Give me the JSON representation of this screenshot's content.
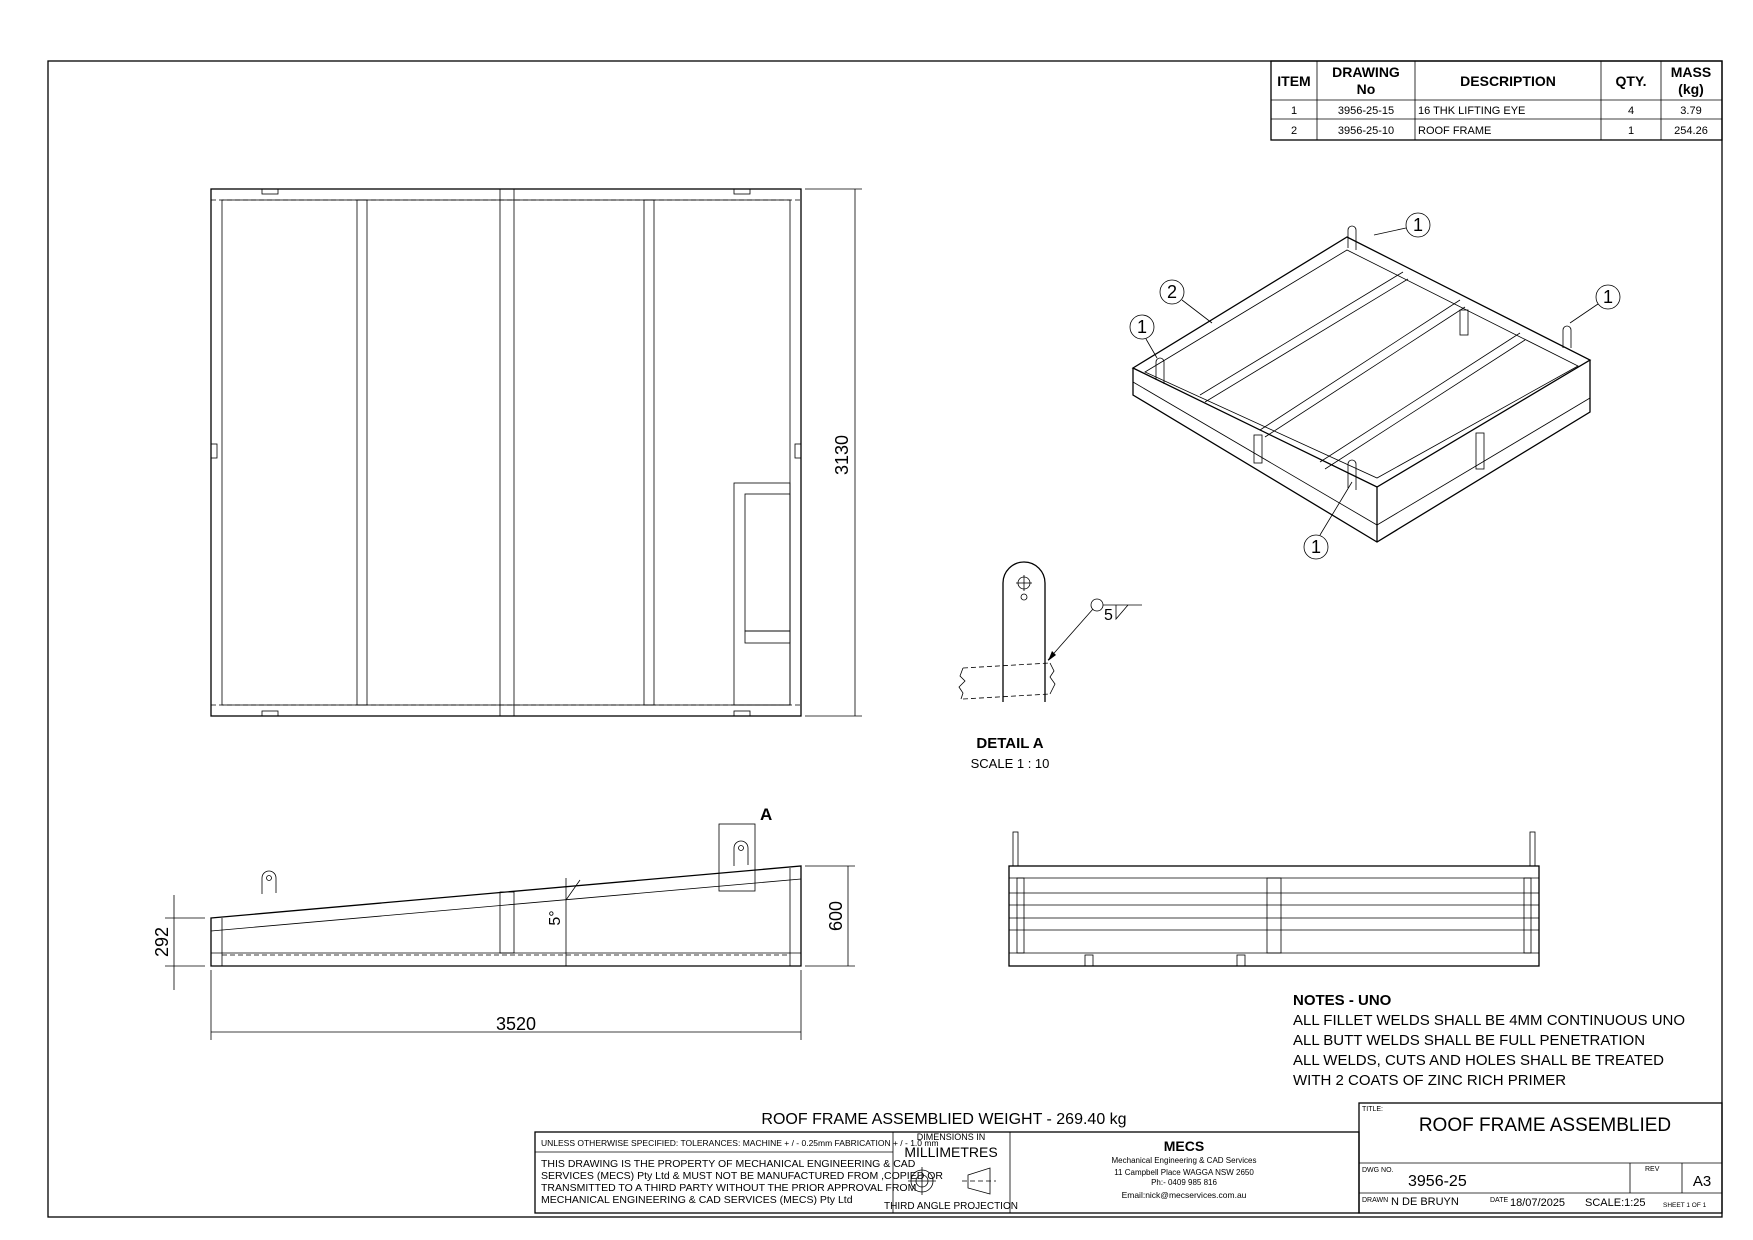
{
  "bom": {
    "headers": {
      "item": "ITEM",
      "drawing_1": "DRAWING",
      "drawing_2": "No",
      "description": "DESCRIPTION",
      "qty": "QTY.",
      "mass_1": "MASS",
      "mass_2": "(kg)"
    },
    "rows": [
      {
        "item": "1",
        "drawing": "3956-25-15",
        "description": "16 THK LIFTING EYE",
        "qty": "4",
        "mass": "3.79"
      },
      {
        "item": "2",
        "drawing": "3956-25-10",
        "description": "ROOF FRAME",
        "qty": "1",
        "mass": "254.26"
      }
    ]
  },
  "dimensions": {
    "height_top_view": "3130",
    "length": "3520",
    "end_height": "292",
    "total_height": "600",
    "slope": "5°"
  },
  "detail": {
    "callout": "A",
    "title": "DETAIL A",
    "scale": "SCALE 1 : 10",
    "weld_size": "5"
  },
  "balloons": {
    "lifting_eye": "1",
    "roof_frame": "2"
  },
  "notes": {
    "title": "NOTES - UNO",
    "lines": [
      "ALL FILLET WELDS SHALL BE 4MM CONTINUOUS UNO",
      "ALL BUTT WELDS SHALL BE FULL PENETRATION",
      "ALL WELDS, CUTS AND HOLES SHALL BE TREATED",
      "WITH 2 COATS OF ZINC RICH PRIMER"
    ]
  },
  "weight_note": "ROOF FRAME ASSEMBLIED WEIGHT -  269.40 kg",
  "title_block": {
    "tolerances": "UNLESS OTHERWISE SPECIFIED: TOLERANCES: MACHINE + / - 0.25mm  FABRICATION + / - 1.0 mm",
    "property_lines": [
      "THIS DRAWING IS THE PROPERTY OF MECHANICAL ENGINEERING & CAD",
      "SERVICES (MECS) Pty Ltd & MUST NOT BE MANUFACTURED FROM ,COPIED OR",
      "TRANSMITTED TO A THIRD PARTY WITHOUT THE PRIOR APPROVAL FROM",
      "MECHANICAL ENGINEERING & CAD SERVICES (MECS) Pty Ltd"
    ],
    "dimensions_in": "DIMENSIONS IN",
    "units": "MILLIMETRES",
    "projection": "THIRD ANGLE PROJECTION",
    "company_logo": "MECS",
    "company_name": "Mechanical Engineering & CAD Services",
    "address": "11 Campbell Place WAGGA NSW 2650",
    "phone": "Ph:- 0409 985 816",
    "email": "Email:nick@mecservices.com.au",
    "title_label": "TITLE:",
    "title": "ROOF FRAME ASSEMBLIED",
    "dwg_label": "DWG NO.",
    "dwg_no": "3956-25",
    "rev_label": "REV",
    "size": "A3",
    "drawn_label": "DRAWN",
    "drawn_by": "N DE BRUYN",
    "date_label": "DATE",
    "date": "18/07/2025",
    "scale": "SCALE:1:25",
    "sheet": "SHEET 1 OF 1"
  }
}
